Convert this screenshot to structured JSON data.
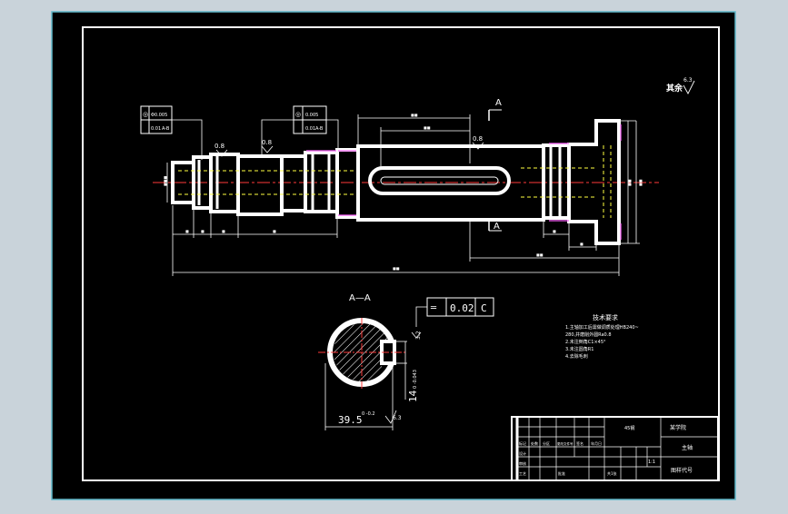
{
  "drawing": {
    "section_marker_top": "A",
    "section_marker_bottom": "A",
    "section_title": "A—A",
    "surface_finish_general": "其余",
    "surface_finish_general_value": "6.3",
    "tolerance_box_1": {
      "symbol": "◎",
      "value": "Φ0.005",
      "datum_row": "0.01",
      "datum": "A-B"
    },
    "tolerance_box_2": {
      "symbol": "◎",
      "value": "0.005",
      "datum_row": "0.01",
      "datum": "A-B"
    },
    "roughness_labels": [
      "0.8",
      "0.8",
      "0.8"
    ],
    "key_tolerance": {
      "symbol": "═",
      "value": "0.02",
      "datum": "C"
    },
    "section_dim_width": "14",
    "section_dim_width_tol": "0 -0.043",
    "section_dim_depth": "39.5",
    "section_dim_depth_tol": "0 -0.2",
    "section_finish": "6.3",
    "section_finish_right": "3.2"
  },
  "technical_requirements": {
    "title": "技术要求",
    "lines": [
      "1.主轴加工后需做调质处理HB240~",
      "  280,并磨削外圆Ra0.8",
      "2.未注倒角C1×45°",
      "3.未注圆角R1",
      "4.去除毛刺"
    ]
  },
  "title_block": {
    "part_name": "主轴",
    "school": "某学院",
    "drawing_no": "图样代号",
    "material": "45钢",
    "scale": "1:1",
    "sheet": "共1张",
    "row_labels": [
      "标记",
      "处数",
      "分区",
      "更改文件号",
      "签名",
      "年月日"
    ],
    "role_labels": [
      "设计",
      "审核",
      "工艺",
      "批准"
    ]
  },
  "colors": {
    "background": "#000000",
    "frame": "#ffffff",
    "outer_frame": "#5fb7c9",
    "centerline": "#ff3a3a",
    "hidden": "#ffff40",
    "dimension": "#ffffff",
    "accent": "#ff66ff"
  }
}
